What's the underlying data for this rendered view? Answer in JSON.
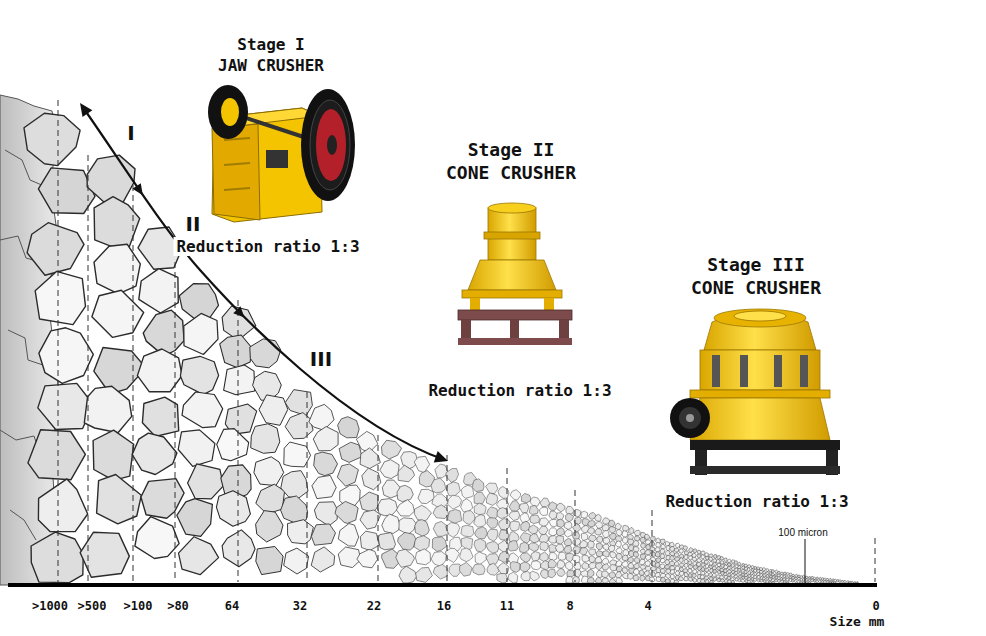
{
  "diagram": {
    "labels": [
      "Stage I",
      "JAW CRUSHER",
      "I",
      "II",
      "Reduction ratio 1:3",
      "Stage II",
      "CONE CRUSHER",
      "III",
      "Reduction ratio 1:3",
      "Stage III",
      "CONE CRUSHER",
      "Reduction ratio 1:3",
      "100 micron",
      ">1000",
      ">500",
      ">100",
      ">80",
      "64",
      "32",
      "22",
      "16",
      "11",
      "8",
      "4",
      "0",
      "Size mm"
    ]
  }
}
